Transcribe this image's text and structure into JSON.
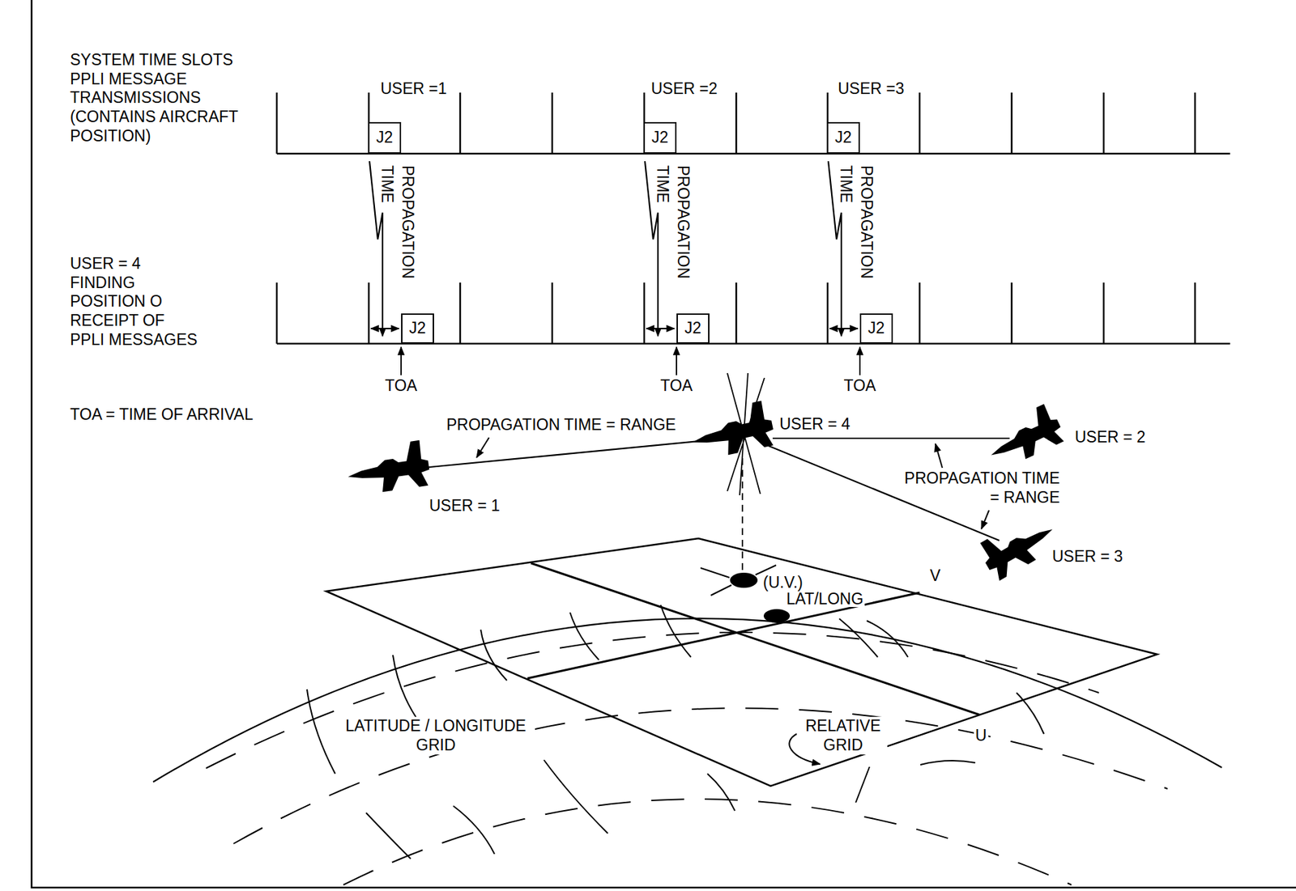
{
  "diagram": {
    "nodes": [
      {
        "text": [
          "J2"
        ]
      },
      {
        "text": [
          "J2"
        ]
      },
      {
        "text": [
          "J2"
        ]
      },
      {
        "text": [
          "J2"
        ]
      },
      {
        "text": [
          "J2"
        ]
      },
      {
        "text": [
          "J2"
        ]
      }
    ],
    "labels": [
      "SYSTEM TIME SLOTS PPLI MESSAGE TRANSMISSIONS (CONTAINS AIRCRAFT POSITION)",
      "USER =1",
      "USER =2",
      "USER =3",
      "PROPAGATION TIME",
      "PROPAGATION TIME",
      "PROPAGATION TIME",
      "USER = 4 FINDING POSITION O RECEIPT OF PPLI MESSAGES",
      "TOA",
      "TOA",
      "TOA",
      "TOA = TIME OF ARRIVAL",
      "PROPAGATION TIME = RANGE",
      "USER = 4",
      "USER = 2",
      "PROPAGATION TIME = RANGE",
      "USER = 1",
      "USER = 3",
      "(U.V.)",
      "LAT/LONG",
      "V",
      "U",
      "LATITUDE / LONGITUDE GRID",
      "RELATIVE GRID"
    ]
  }
}
